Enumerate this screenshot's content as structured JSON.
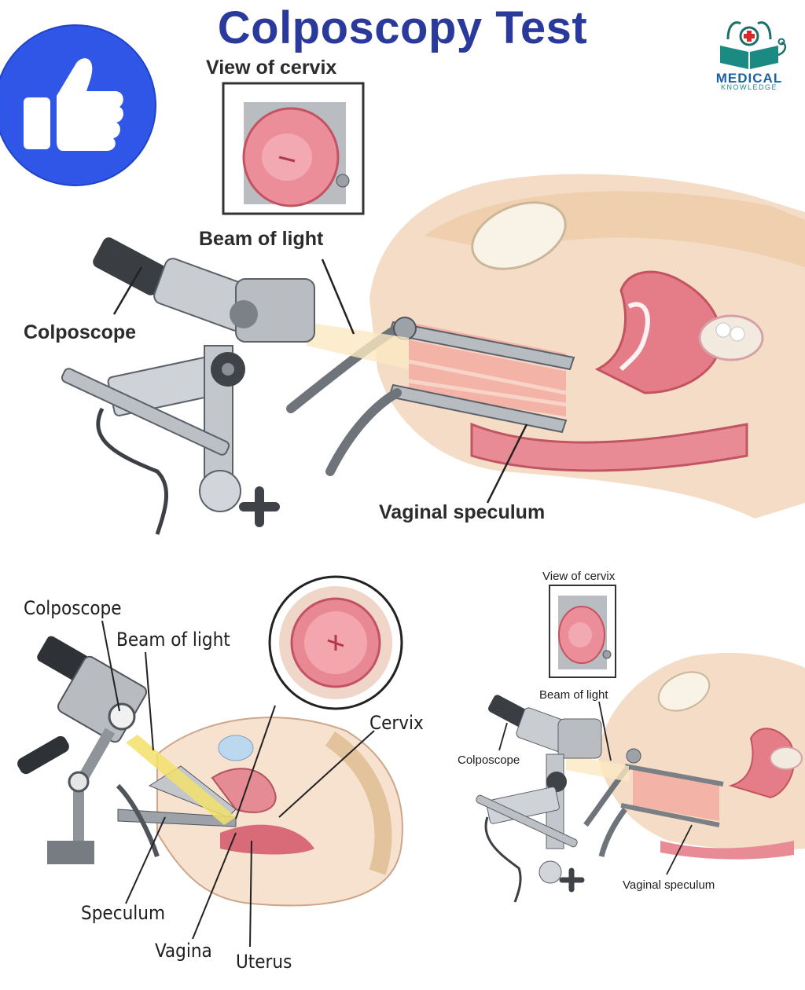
{
  "header": {
    "title": "Colposcopy Test"
  },
  "logo": {
    "line1": "MEDICAL",
    "line2": "KNOWLEDGE"
  },
  "colors": {
    "title": "#2a3a9c",
    "like_blue": "#2f56e6",
    "tissue_pink": "#e88a93",
    "tissue_light": "#f4d8c3",
    "instrument_gray": "#9aa0a6",
    "logo_teal": "#1a8a82"
  },
  "icons": [
    "thumbs-up-icon",
    "medical-knowledge-logo-icon"
  ],
  "diagram_top": {
    "inset_label": "View of cervix",
    "labels": {
      "light": "Beam of light",
      "scope": "Colposcope",
      "speculum": "Vaginal speculum"
    }
  },
  "diagram_bottom_left": {
    "labels": {
      "scope": "Colposcope",
      "light": "Beam of light",
      "cervix": "Cervix",
      "speculum": "Speculum",
      "vagina": "Vagina",
      "uterus": "Uterus"
    }
  },
  "diagram_bottom_right": {
    "inset_label": "View of cervix",
    "labels": {
      "light": "Beam of light",
      "scope": "Colposcope",
      "speculum": "Vaginal speculum"
    }
  }
}
